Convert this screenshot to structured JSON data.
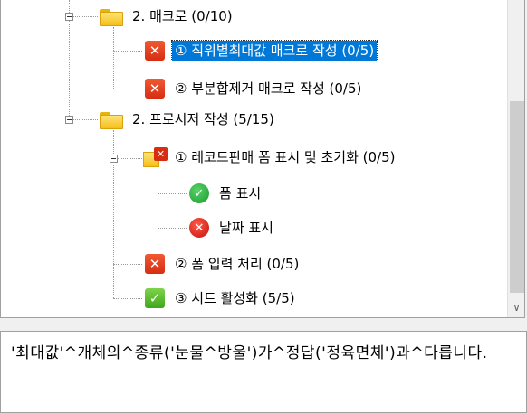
{
  "tree": {
    "nodes": [
      {
        "label": "2. 매크로 (0/10)",
        "icon": "folder-icon",
        "status": "folder"
      },
      {
        "label": "① 직위별최대값 매크로 작성 (0/5)",
        "icon": "x-square-icon",
        "status": "fail",
        "selected": true
      },
      {
        "label": "② 부분합제거 매크로 작성 (0/5)",
        "icon": "x-square-icon",
        "status": "fail"
      },
      {
        "label": "2. 프로시저 작성 (5/15)",
        "icon": "folder-icon",
        "status": "folder"
      },
      {
        "label": "① 레코드판매 폼 표시 및 초기화 (0/5)",
        "icon": "folder-x-icon",
        "status": "fail"
      },
      {
        "label": "폼 표시",
        "icon": "check-circle-icon",
        "status": "pass"
      },
      {
        "label": "날짜 표시",
        "icon": "x-circle-icon",
        "status": "fail"
      },
      {
        "label": "② 폼 입력 처리 (0/5)",
        "icon": "x-square-icon",
        "status": "fail"
      },
      {
        "label": "③ 시트 활성화 (5/5)",
        "icon": "check-square-icon",
        "status": "pass"
      }
    ]
  },
  "message": {
    "text": "'최대값'^개체의^종류('눈물^방울')가^정답('정육면체')과^다릅니다."
  },
  "icons": {
    "x_glyph": "✕",
    "check_glyph": "✓",
    "scroll_down": "∨"
  },
  "colors": {
    "selection": "#0078d7",
    "fail": "#d72d12",
    "pass": "#3ea61b",
    "folder": "#f4bf17"
  }
}
